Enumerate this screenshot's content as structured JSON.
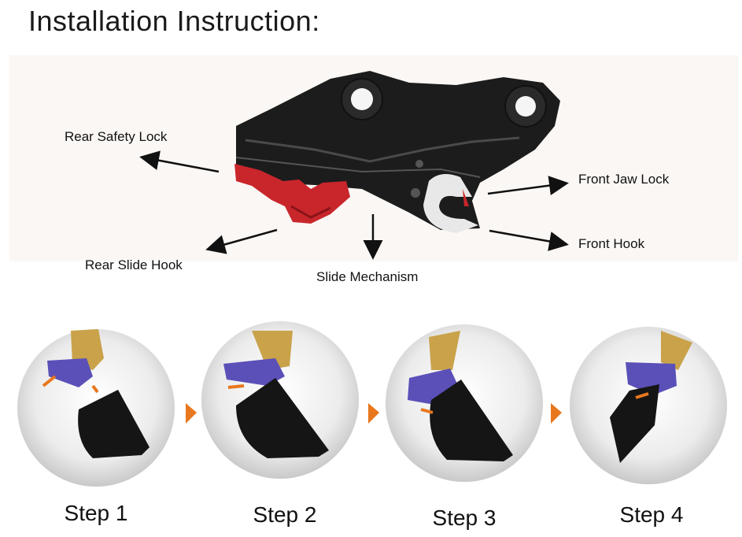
{
  "title": "Installation Instruction:",
  "labels": {
    "rear_safety_lock": "Rear Safety Lock",
    "rear_slide_hook": "Rear Slide Hook",
    "slide_mechanism": "Slide Mechanism",
    "front_jaw_lock": "Front Jaw Lock",
    "front_hook": "Front Hook"
  },
  "steps": [
    {
      "label": "Step 1"
    },
    {
      "label": "Step 2"
    },
    {
      "label": "Step 3"
    },
    {
      "label": "Step 4"
    }
  ],
  "colors": {
    "coupler_body": "#1c1c1c",
    "hook_red": "#c8262b",
    "arm_gold": "#c9a24a",
    "coupler_purple": "#5a50b8",
    "arrow_orange": "#e8771e",
    "circle_light": "#eeeeee"
  }
}
